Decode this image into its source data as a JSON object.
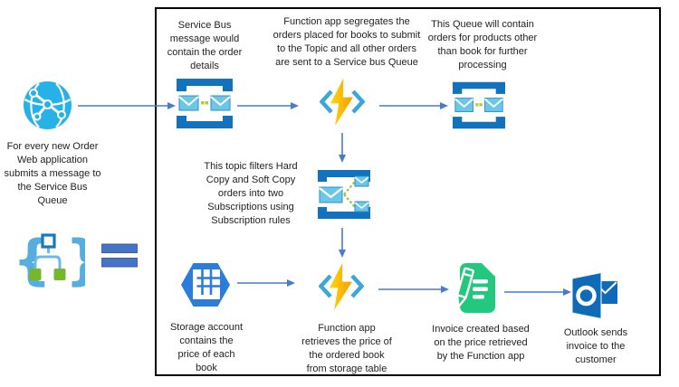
{
  "nodes": {
    "web_app": {
      "icon": "web-app-globe-icon",
      "caption": "For every new Order\nWeb application\nsubmits a message to\nthe Service Bus\nQueue"
    },
    "queue_orders": {
      "icon": "service-bus-queue-icon",
      "caption": "Service Bus\nmessage would\ncontain the order\ndetails"
    },
    "function_segregate": {
      "icon": "function-app-icon",
      "caption": "Function app segregates the\norders placed for books to submit\nto the Topic and all other orders\nare sent to a Service bus Queue"
    },
    "queue_other_products": {
      "icon": "service-bus-queue-icon",
      "caption": "This Queue will contain\norders for products other\nthan book for further\nprocessing"
    },
    "topic": {
      "icon": "service-bus-topic-icon",
      "caption": "This topic filters Hard\nCopy and Soft Copy\norders into two\nSubscriptions using\nSubscription rules"
    },
    "storage": {
      "icon": "storage-account-icon",
      "caption": "Storage account\ncontains the\nprice of each\nbook"
    },
    "function_price": {
      "icon": "function-app-icon",
      "caption": "Function app\nretrieves the price of\nthe ordered book\nfrom storage table"
    },
    "invoice": {
      "icon": "invoice-icon",
      "caption": "Invoice created based\non the price retrieved\nby the Function app"
    },
    "outlook": {
      "icon": "outlook-icon",
      "caption": "Outlook sends\ninvoice to the\ncustomer"
    },
    "message_schema": {
      "icon": "json-braces-icon"
    },
    "equals": {
      "icon": "equals-icon"
    }
  },
  "colors": {
    "arrow_blue": "#4a7cc7",
    "bracket_blue": "#1272bd",
    "envelope_fill": "#6cc6e8",
    "envelope_border": "#2a93cc",
    "dot_green": "#b2cb35",
    "bolt_yellow": "#ffd912",
    "bolt_orange": "#f59b00",
    "function_bracket_blue": "#3ba6da",
    "storage_blue": "#2a7dd9",
    "invoice_green": "#21c87e",
    "outlook_blue": "#0f6ab8",
    "globe_cyan": "#27b2e7",
    "brace_light_blue": "#56aede",
    "schema_node_green": "#77b72b",
    "equals_blue": "#4673c5",
    "boundary_black": "#000000"
  }
}
